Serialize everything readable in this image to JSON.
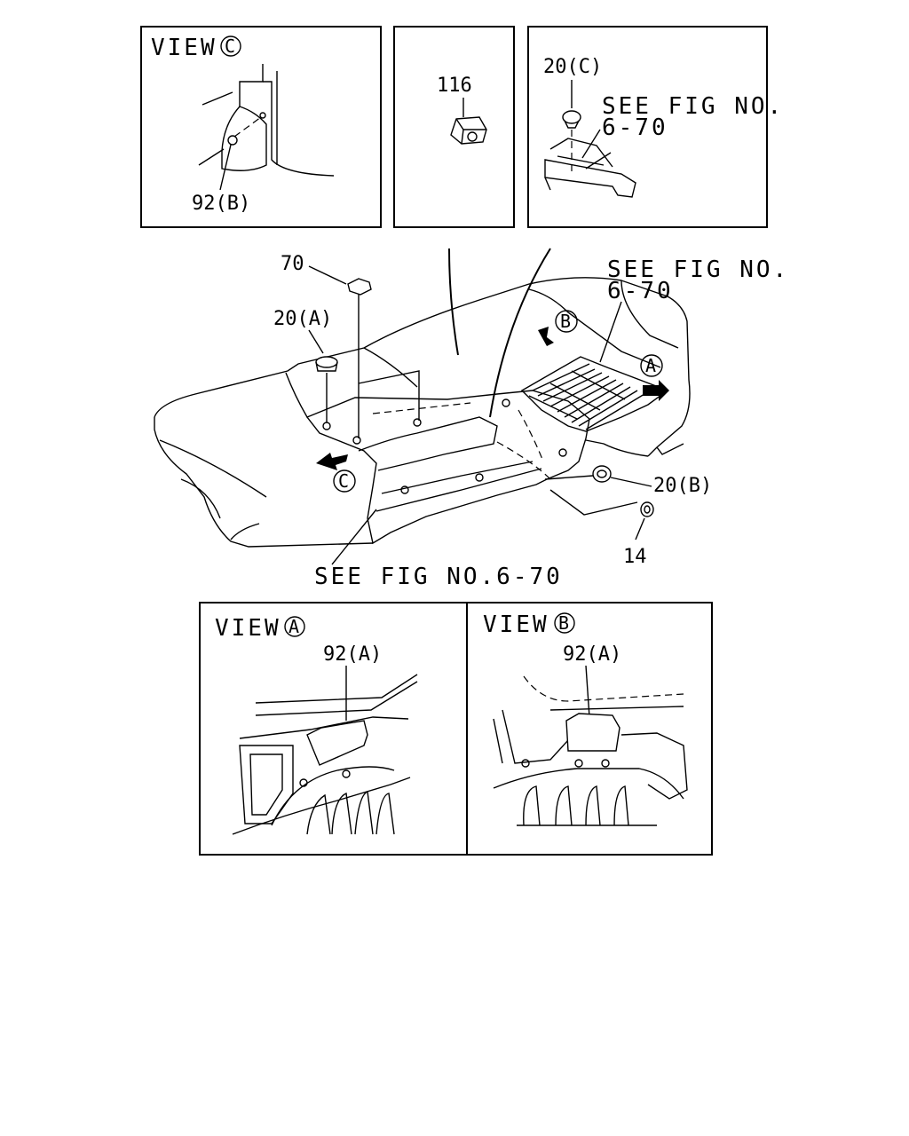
{
  "view_c": {
    "title": "VIEW",
    "marker": "C",
    "part": "92(B)"
  },
  "clip_panel": {
    "part": "116"
  },
  "view_20c": {
    "part": "20(C)",
    "ref_line1": "SEE FIG NO.",
    "ref_line2": "6-70"
  },
  "main": {
    "part_70": "70",
    "part_20a": "20(A)",
    "part_20b": "20(B)",
    "part_14": "14",
    "marker_a": "A",
    "marker_b": "B",
    "marker_c": "C",
    "ref_top_line1": "SEE FIG NO.",
    "ref_top_line2": "6-70",
    "ref_bottom": "SEE FIG NO.6-70"
  },
  "view_a": {
    "title": "VIEW",
    "marker": "A",
    "part": "92(A)"
  },
  "view_b": {
    "title": "VIEW",
    "marker": "B",
    "part": "92(A)"
  }
}
